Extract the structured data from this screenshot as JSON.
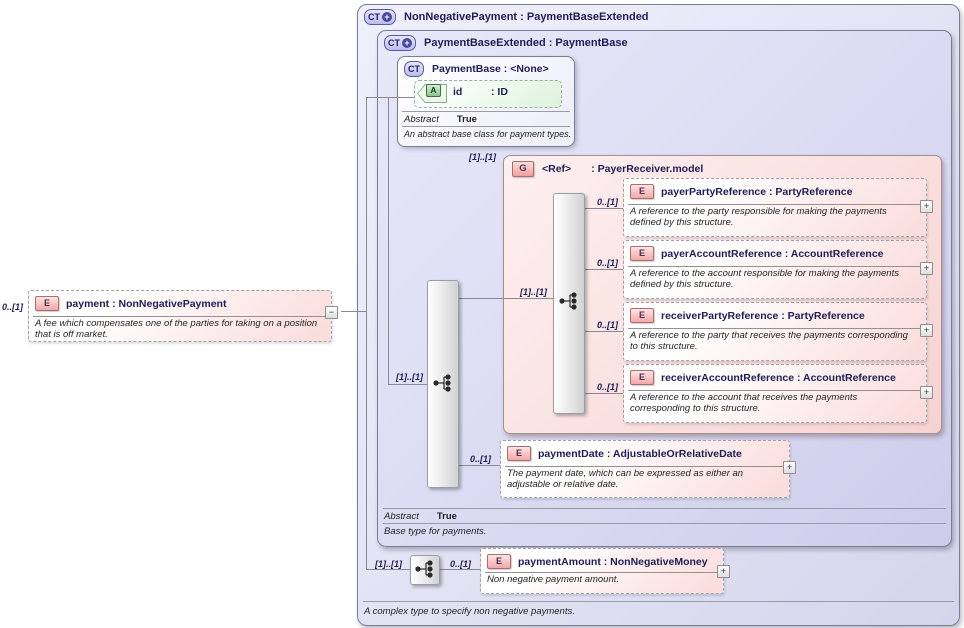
{
  "icons": {
    "complex_type": "CT",
    "element": "E",
    "attribute": "A",
    "group": "G",
    "derive_plus": "+",
    "expand": "+",
    "collapse": "−"
  },
  "root": {
    "title": "NonNegativePayment : PaymentBaseExtended",
    "footer": "A complex type to specify non negative payments.",
    "sequence_cardinality": "[1]..[1]"
  },
  "payment": {
    "cardinality": "0..[1]",
    "title": "payment : NonNegativePayment",
    "description": "A fee which compensates one of the parties for taking on a position that is off market."
  },
  "payment_base_extended": {
    "title": "PaymentBaseExtended : PaymentBase",
    "abstract_label": "Abstract",
    "abstract_value": "True",
    "footer": "Base type for payments.",
    "sequence_cardinality": "[1]..[1]"
  },
  "payment_base": {
    "title": "PaymentBase : <None>",
    "attribute_name": "id",
    "attribute_type": ": ID",
    "abstract_label": "Abstract",
    "abstract_value": "True",
    "footer": "An abstract base class for payment types."
  },
  "payer_receiver_group": {
    "cardinality": "[1]..[1]",
    "name": "<Ref>",
    "type": ": PayerReceiver.model",
    "sequence_cardinality": "[1]..[1]",
    "elements": [
      {
        "cardinality": "0..[1]",
        "title": "payerPartyReference : PartyReference",
        "description": "A reference to the party responsible for making the payments defined by this structure."
      },
      {
        "cardinality": "0..[1]",
        "title": "payerAccountReference : AccountReference",
        "description": "A reference to the account responsible for making the payments defined by this structure."
      },
      {
        "cardinality": "0..[1]",
        "title": "receiverPartyReference : PartyReference",
        "description": "A reference to the party that receives the payments corresponding to this structure."
      },
      {
        "cardinality": "0..[1]",
        "title": "receiverAccountReference : AccountReference",
        "description": "A reference to the account that receives the payments corresponding to this structure."
      }
    ]
  },
  "payment_date": {
    "cardinality": "0..[1]",
    "title": "paymentDate : AdjustableOrRelativeDate",
    "description": "The payment date, which can be expressed as either an adjustable or relative date."
  },
  "payment_amount": {
    "cardinality": "0..[1]",
    "title": "paymentAmount : NonNegativeMoney",
    "description": "Non negative payment amount."
  }
}
